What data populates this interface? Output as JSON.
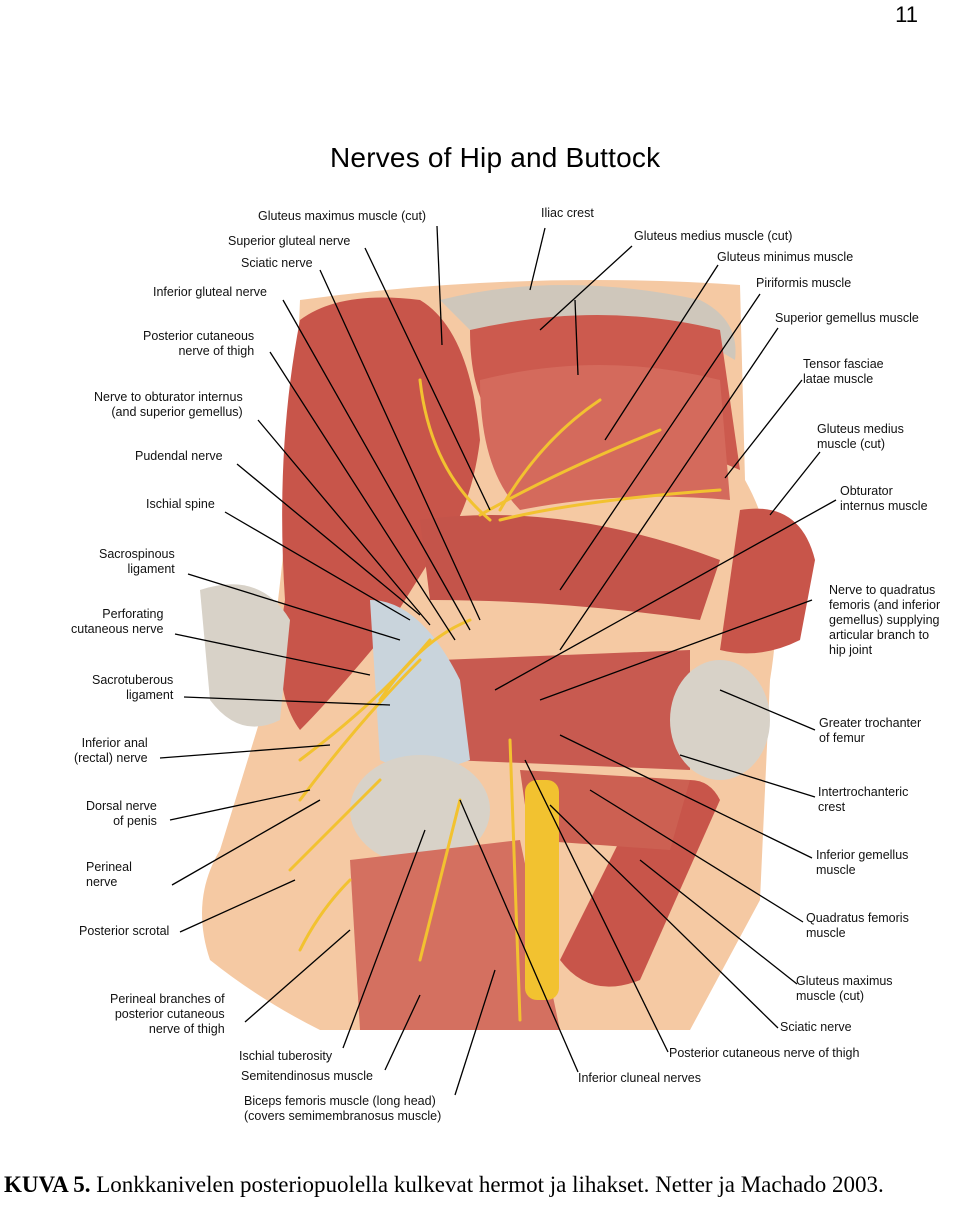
{
  "page_number": "11",
  "figure": {
    "title": "Nerves of Hip and Buttock",
    "labels_left": [
      "Gluteus maximus muscle (cut)",
      "Superior gluteal nerve",
      "Sciatic nerve",
      "Inferior gluteal nerve",
      "Posterior cutaneous\nnerve of thigh",
      "Nerve to obturator internus\n(and superior gemellus)",
      "Pudendal nerve",
      "Ischial spine",
      "Sacrospinous\nligament",
      "Perforating\ncutaneous nerve",
      "Sacrotuberous\nligament",
      "Inferior anal\n(rectal) nerve",
      "Dorsal nerve\nof penis",
      "Perineal\nnerve",
      "Posterior scrotal",
      "Perineal branches of\nposterior cutaneous\nnerve of thigh"
    ],
    "labels_right": [
      "Iliac crest",
      "Gluteus medius muscle (cut)",
      "Gluteus minimus muscle",
      "Piriformis muscle",
      "Superior gemellus muscle",
      "Tensor fasciae\nlatae muscle",
      "Gluteus medius\nmuscle (cut)",
      "Obturator\ninternus muscle",
      "Nerve to quadratus\nfemoris (and inferior\ngemellus) supplying\narticular branch to\nhip joint",
      "Greater trochanter\nof femur",
      "Intertrochanteric\ncrest",
      "Inferior gemellus\nmuscle",
      "Quadratus femoris\nmuscle",
      "Gluteus maximus\nmuscle (cut)",
      "Sciatic nerve",
      "Posterior cutaneous nerve of thigh"
    ],
    "labels_bottom": [
      "Ischial tuberosity",
      "Semitendinosus muscle",
      "Inferior cluneal nerves",
      "Biceps femoris muscle (long head)\n(covers semimembranosus muscle)"
    ],
    "colors": {
      "muscle": "#c8554a",
      "muscle_light": "#e0887a",
      "nerve": "#f2c230",
      "skin": "#f5c9a3",
      "bone": "#d8d2c8",
      "ligament": "#c9d4dc"
    }
  },
  "caption": {
    "label": "KUVA 5.",
    "text": " Lonkkanivelen posteriopuolella kulkevat hermot ja lihakset. Netter ja Machado 2003."
  }
}
